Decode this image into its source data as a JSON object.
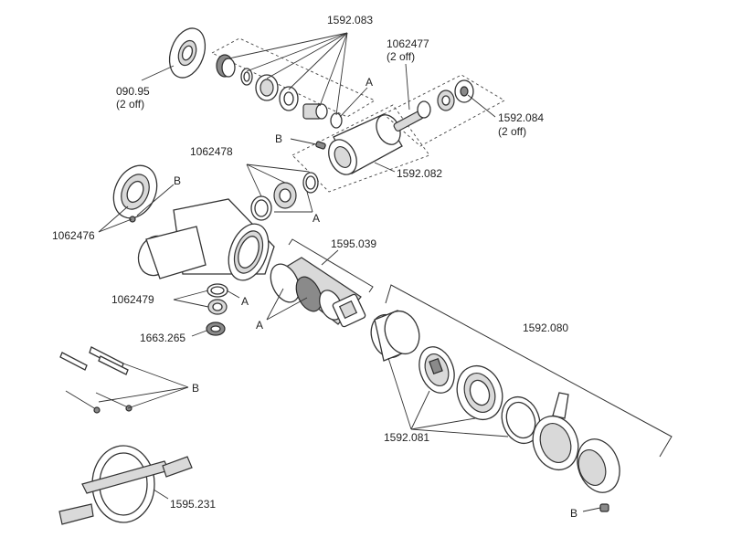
{
  "labels": {
    "l_1592_083": "1592.083",
    "l_1062477": "1062477",
    "l_1062477_qty": "(2 off)",
    "l_090_95": "090.95",
    "l_090_95_qty": "(2 off)",
    "l_A_top": "A",
    "l_B_top": "B",
    "l_1592_084": "1592.084",
    "l_1592_084_qty": "(2 off)",
    "l_1062478": "1062478",
    "l_1592_082": "1592.082",
    "l_B_left": "B",
    "l_A_mid": "A",
    "l_1062476": "1062476",
    "l_1595_039": "1595.039",
    "l_1062479": "1062479",
    "l_A_low": "A",
    "l_A_cart": "A",
    "l_1663_265": "1663.265",
    "l_1592_080": "1592.080",
    "l_B_fix": "B",
    "l_1592_081": "1592.081",
    "l_1595_231": "1595.231",
    "l_B_bottom": "B"
  },
  "colors": {
    "line": "#333333",
    "fill_light": "#d9d9d9",
    "fill_dark": "#8a8a8a"
  }
}
